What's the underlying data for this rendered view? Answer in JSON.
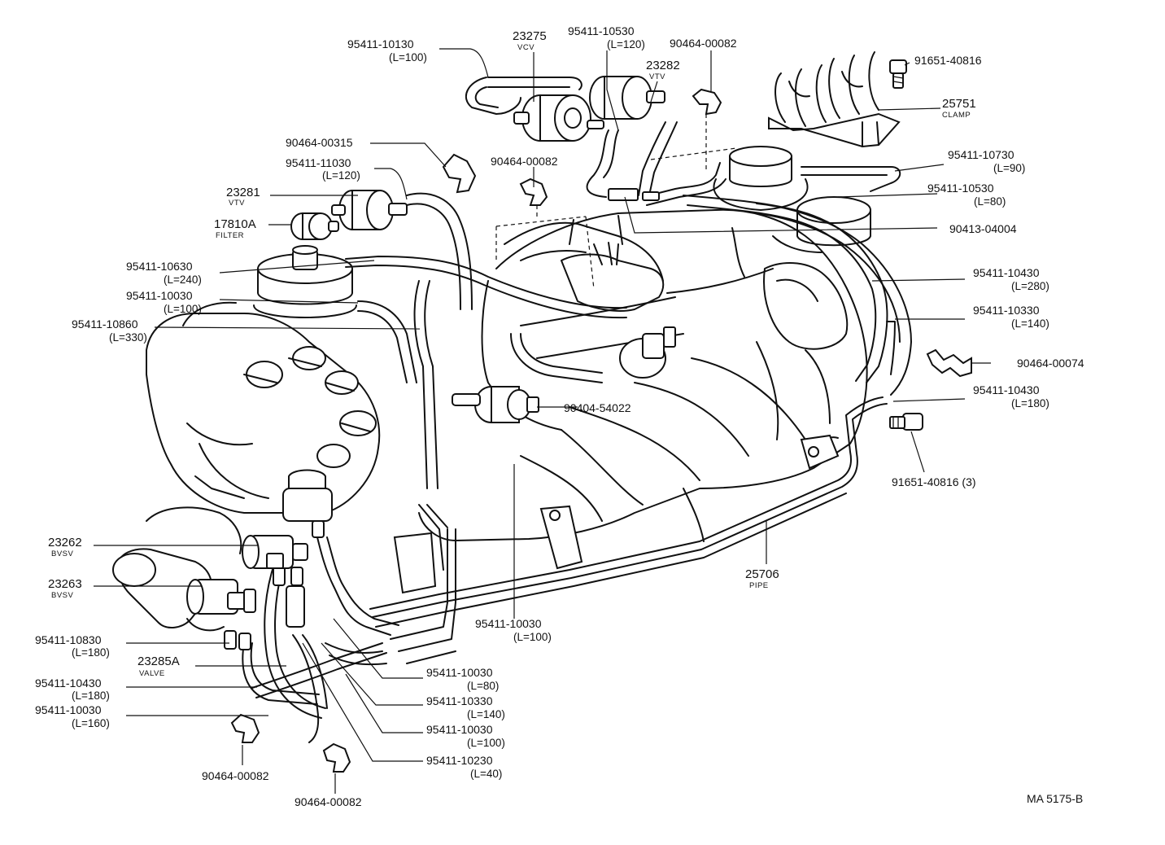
{
  "drawing_code": "MA 5175-B",
  "callouts": {
    "p9541110130": {
      "number": "95411-10130",
      "length": "(L=100)"
    },
    "p23275": {
      "number": "23275",
      "name": "VCV"
    },
    "p9541110530_top": {
      "number": "95411-10530",
      "length": "(L=120)"
    },
    "p23282": {
      "number": "23282",
      "name": "VTV"
    },
    "p9046400082_top": {
      "number": "90464-00082"
    },
    "p9165140816_top": {
      "number": "91651-40816"
    },
    "p25751": {
      "number": "25751",
      "name": "CLAMP"
    },
    "p9046400315": {
      "number": "90464-00315"
    },
    "p9541111030": {
      "number": "95411-11030",
      "length": "(L=120)"
    },
    "p9046400082_mid": {
      "number": "90464-00082"
    },
    "p9541110730": {
      "number": "95411-10730",
      "length": "(L=90)"
    },
    "p23281": {
      "number": "23281",
      "name": "VTV"
    },
    "p9541110530_right": {
      "number": "95411-10530",
      "length": "(L=80)"
    },
    "p17810A": {
      "number": "17810A",
      "name": "FILTER"
    },
    "p9041304004": {
      "number": "90413-04004"
    },
    "p9541110630": {
      "number": "95411-10630",
      "length": "(L=240)"
    },
    "p9541110430_right1": {
      "number": "95411-10430",
      "length": "(L=280)"
    },
    "p9541110030_left": {
      "number": "95411-10030",
      "length": "(L=100)"
    },
    "p9541110330_right": {
      "number": "95411-10330",
      "length": "(L=140)"
    },
    "p9541110860": {
      "number": "95411-10860",
      "length": "(L=330)"
    },
    "p9046400074": {
      "number": "90464-00074"
    },
    "p9541110430_right2": {
      "number": "95411-10430",
      "length": "(L=180)"
    },
    "p9040454022": {
      "number": "90404-54022"
    },
    "p9165140816_3": {
      "number": "91651-40816 (3)"
    },
    "p23262": {
      "number": "23262",
      "name": "BVSV"
    },
    "p25706": {
      "number": "25706",
      "name": "PIPE"
    },
    "p23263": {
      "number": "23263",
      "name": "BVSV"
    },
    "p9541110030_center": {
      "number": "95411-10030",
      "length": "(L=100)"
    },
    "p9541110830": {
      "number": "95411-10830",
      "length": "(L=180)"
    },
    "p23285A": {
      "number": "23285A",
      "name": "VALVE"
    },
    "p9541110030_b1": {
      "number": "95411-10030",
      "length": "(L=80)"
    },
    "p9541110430_left": {
      "number": "95411-10430",
      "length": "(L=180)"
    },
    "p9541110330_b2": {
      "number": "95411-10330",
      "length": "(L=140)"
    },
    "p9541110030_left2": {
      "number": "95411-10030",
      "length": "(L=160)"
    },
    "p9541110030_b3": {
      "number": "95411-10030",
      "length": "(L=100)"
    },
    "p9541110230": {
      "number": "95411-10230",
      "length": "(L=40)"
    },
    "p9046400082_bl": {
      "number": "90464-00082"
    },
    "p9046400082_bc": {
      "number": "90464-00082"
    }
  }
}
